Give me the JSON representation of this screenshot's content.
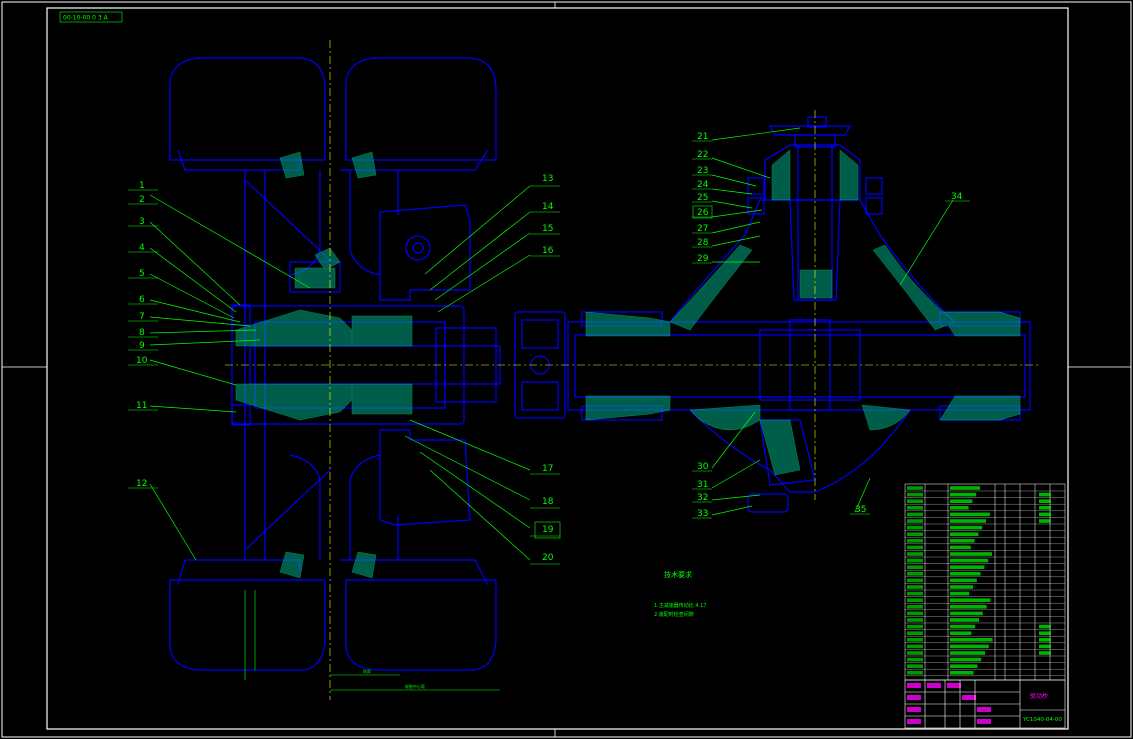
{
  "drawing": {
    "corner_tag": "00-10-00 0 3 A",
    "tech_req_title": "技术要求",
    "tech_req_lines": [
      "1.主减速器传动比 4.17",
      "2.装配时检查间隙"
    ],
    "part_numbers_left": [
      "1",
      "2",
      "3",
      "4",
      "5",
      "6",
      "7",
      "8",
      "9",
      "10",
      "11",
      "12"
    ],
    "part_numbers_hub": [
      "13",
      "14",
      "15",
      "16",
      "17",
      "18",
      "19",
      "20"
    ],
    "part_numbers_right": [
      "21",
      "22",
      "23",
      "24",
      "25",
      "26",
      "27",
      "28",
      "29",
      "30",
      "31",
      "32",
      "33",
      "34",
      "35"
    ],
    "title_block": {
      "drawing_name": "驱动桥",
      "drawing_code": "YC1040-04-00"
    },
    "dimension_labels": [
      "轮距",
      "轮胎中心距"
    ]
  },
  "colors": {
    "background": "#000000",
    "outline": "#0000ff",
    "section_fill": "#00aa88",
    "leader": "#00ff00",
    "centerline": "#ffff00",
    "annotation": "#ff00ff",
    "frame": "#ffffff"
  }
}
